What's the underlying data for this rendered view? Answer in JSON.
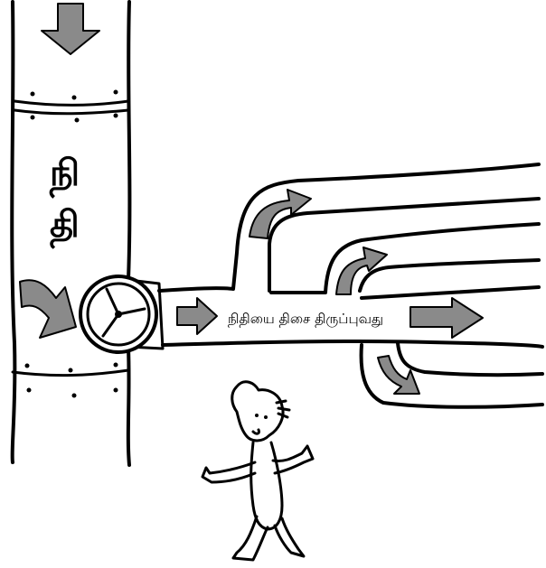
{
  "diagram": {
    "vertical_pipe_label_line1": "நி",
    "vertical_pipe_label_line2": "தி",
    "horizontal_pipe_label": "நிதியை திசை திருப்புவது",
    "colors": {
      "ink": "#000000",
      "arrow_fill": "#8a8a8a",
      "background": "#ffffff"
    },
    "icons": [
      "down-arrow-icon",
      "curved-arrow-icon",
      "valve-wheel-icon",
      "right-arrow-icon",
      "stick-figure-icon"
    ]
  }
}
